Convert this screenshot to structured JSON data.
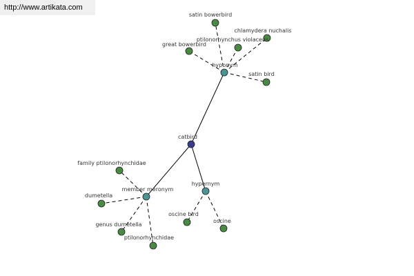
{
  "watermark": {
    "url": "http://www.artikata.com"
  },
  "colors": {
    "background": "#ffffff",
    "leaf_node": "#4a8a44",
    "relation_node": "#4a9494",
    "root_node": "#3b3b8c",
    "edge": "#000000",
    "label": "#333333"
  },
  "graph": {
    "root": {
      "id": "catbird",
      "label": "catbird"
    },
    "relations": [
      {
        "id": "hypernym-top",
        "label": "hyponym",
        "leaves": [
          {
            "id": "satin-bowerbird",
            "label": "satin bowerbird"
          },
          {
            "id": "chlamydera-nuchalis",
            "label": "chlamydera nuchalis"
          },
          {
            "id": "ptilonorhynchus-violaceus",
            "label": "ptilonorhynchus violaceus"
          },
          {
            "id": "great-bowerbird",
            "label": "great bowerbird"
          },
          {
            "id": "satin-bird",
            "label": "satin bird"
          }
        ]
      },
      {
        "id": "member-meronym",
        "label": "member meronym",
        "leaves": [
          {
            "id": "family-ptilonorhynchidae",
            "label": "family ptilonorhynchidae"
          },
          {
            "id": "dumetella",
            "label": "dumetella"
          },
          {
            "id": "genus-dumetella",
            "label": "genus dumetella"
          },
          {
            "id": "ptilonorhynchidae",
            "label": "ptilonorhynchidae"
          }
        ]
      },
      {
        "id": "hypernym-bottom",
        "label": "hypernym",
        "leaves": [
          {
            "id": "oscine-bird",
            "label": "oscine bird"
          },
          {
            "id": "oscine",
            "label": "oscine"
          }
        ]
      }
    ]
  }
}
